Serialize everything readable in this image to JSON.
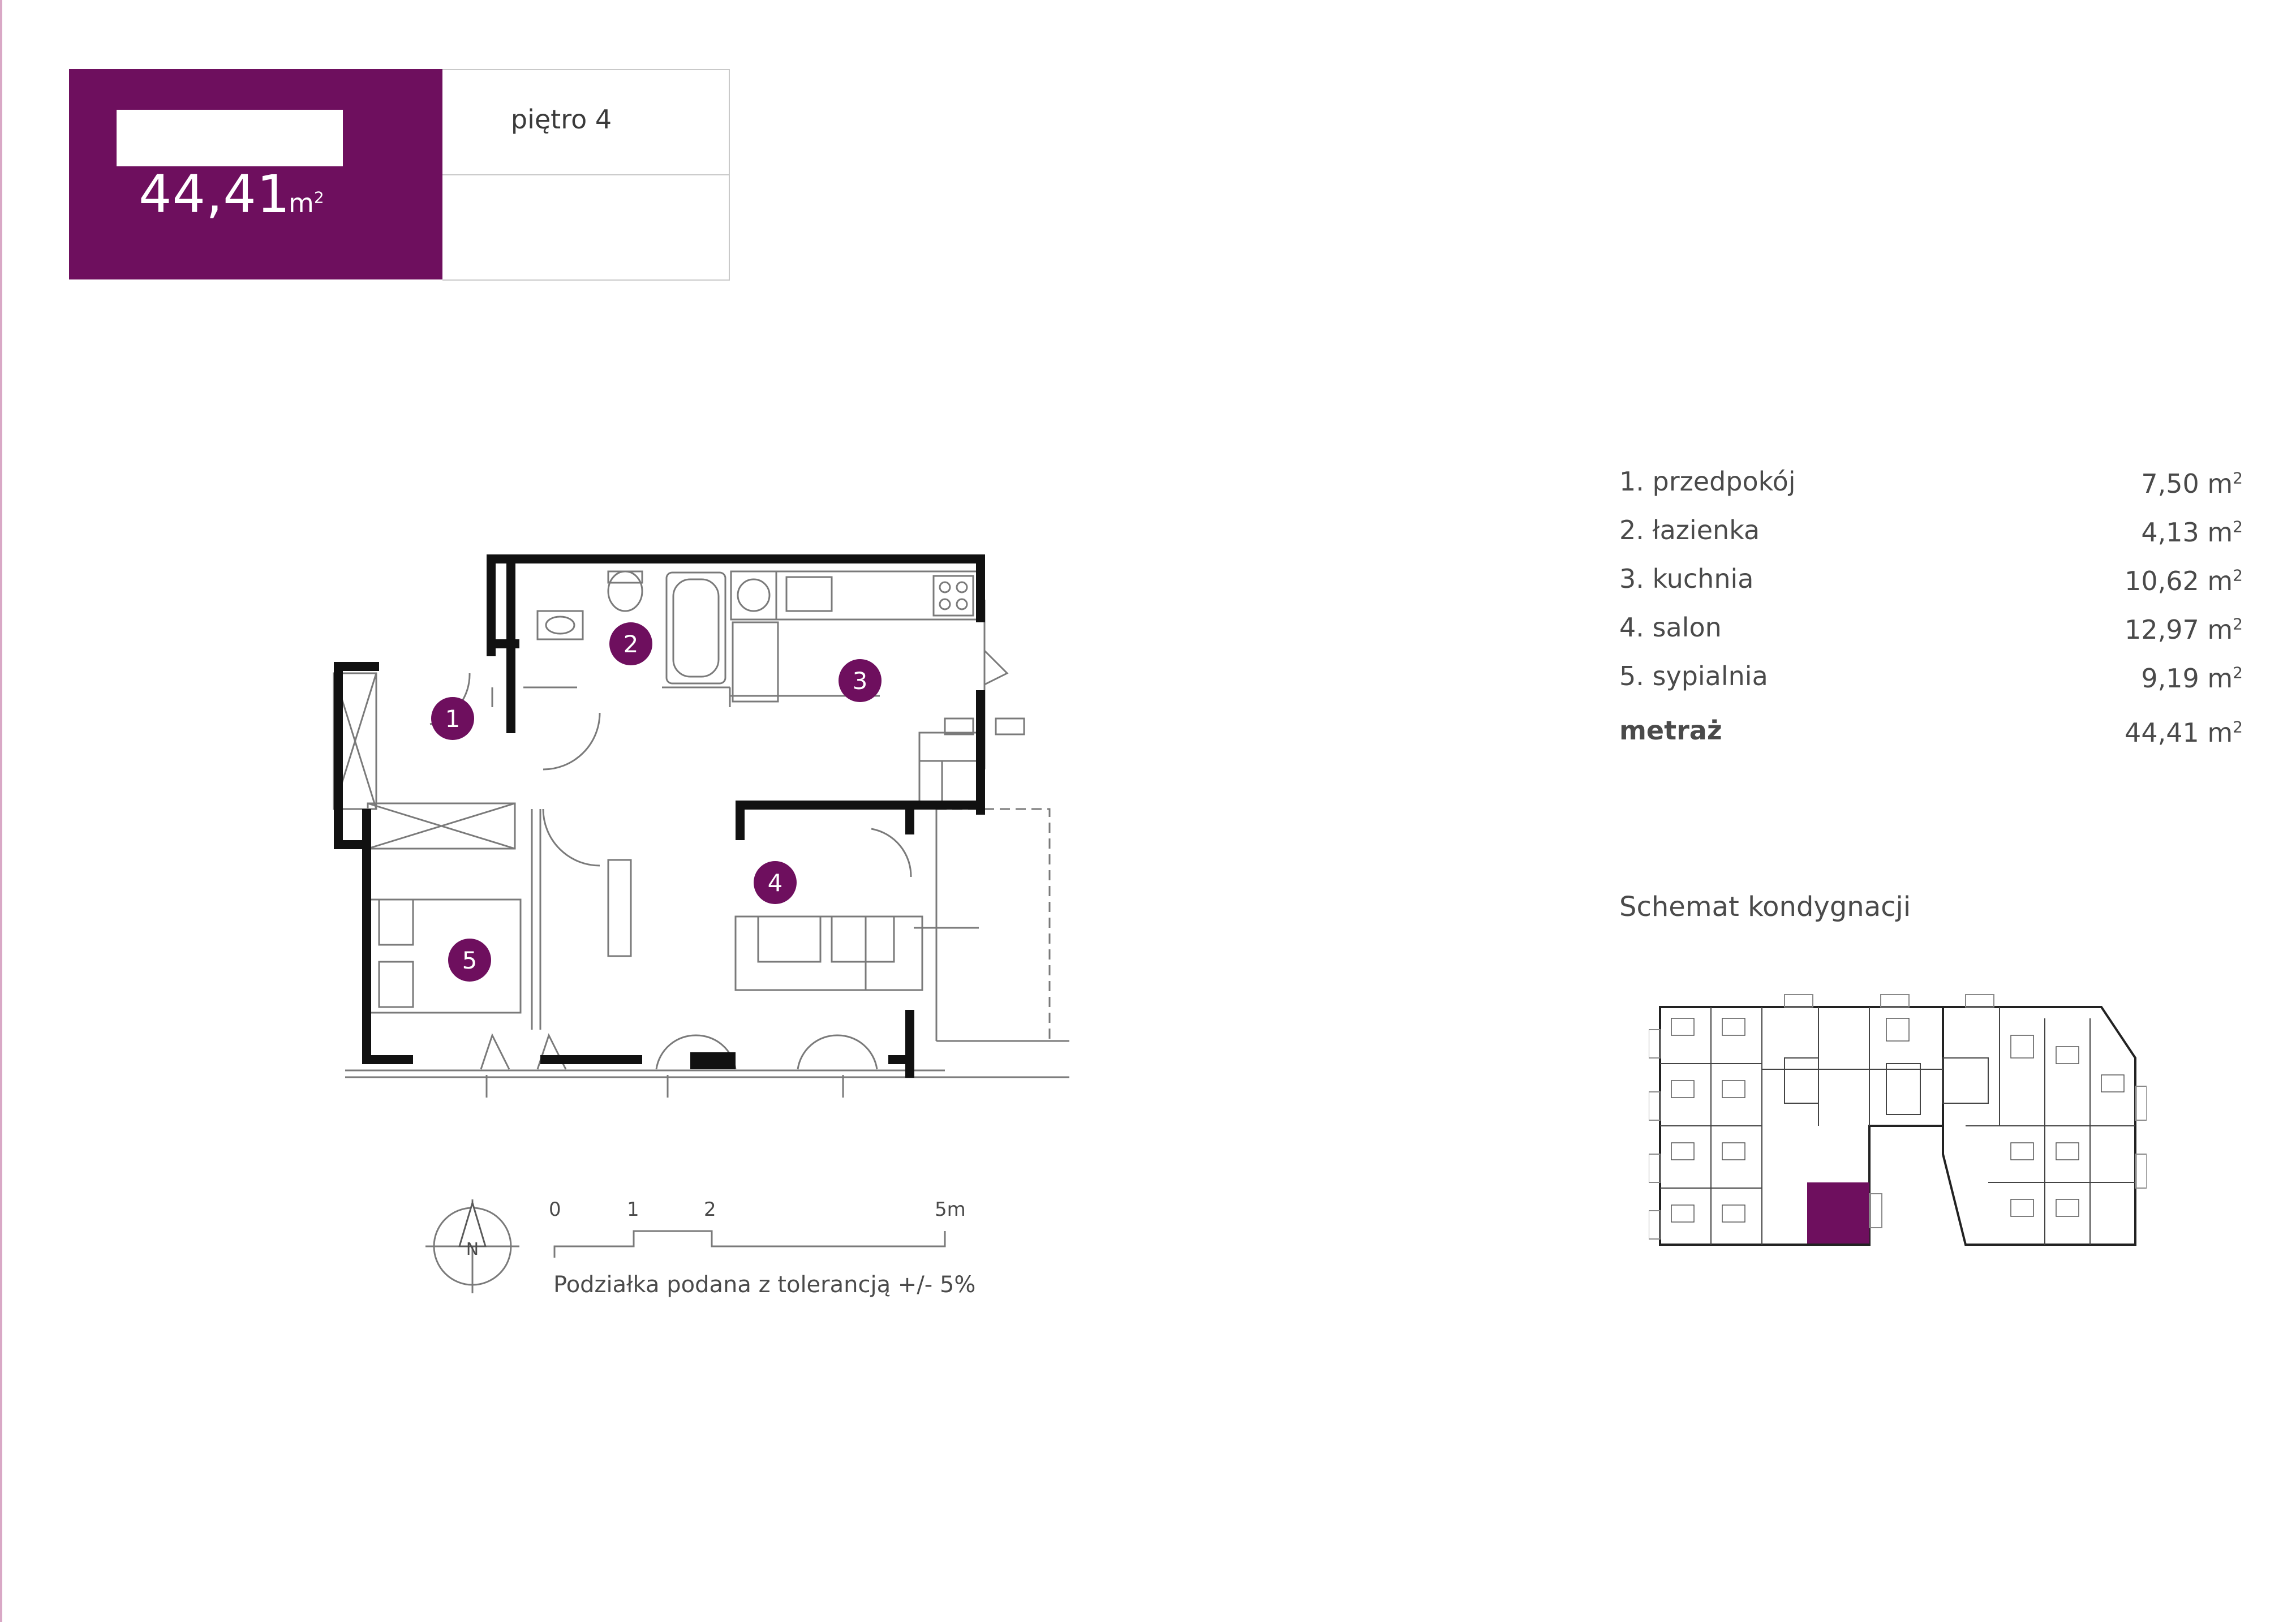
{
  "header": {
    "area_value": "44,41",
    "area_unit": "m",
    "area_unit_exp": "2",
    "floor_label": "piętro 4"
  },
  "room_numbers": [
    "1",
    "2",
    "3",
    "4",
    "5"
  ],
  "rooms": [
    {
      "name": "1. przedpokój",
      "value": "7,50 m",
      "exp": "2"
    },
    {
      "name": "2. łazienka",
      "value": "4,13 m",
      "exp": "2"
    },
    {
      "name": "3. kuchnia",
      "value": "10,62 m",
      "exp": "2"
    },
    {
      "name": "4. salon",
      "value": "12,97 m",
      "exp": "2"
    },
    {
      "name": "5. sypialnia",
      "value": "9,19 m",
      "exp": "2"
    }
  ],
  "total": {
    "name": "metraż",
    "value": "44,41 m",
    "exp": "2"
  },
  "schemat_title": "Schemat kondygnacji",
  "compass_label": "N",
  "scale": {
    "labels": [
      "0",
      "1",
      "2",
      "5m"
    ]
  },
  "tolerance_note": "Podziałka podana z tolerancją +/- 5%",
  "colors": {
    "accent": "#6e0f5e",
    "wall": "#111111",
    "line": "#7a7a7a"
  }
}
